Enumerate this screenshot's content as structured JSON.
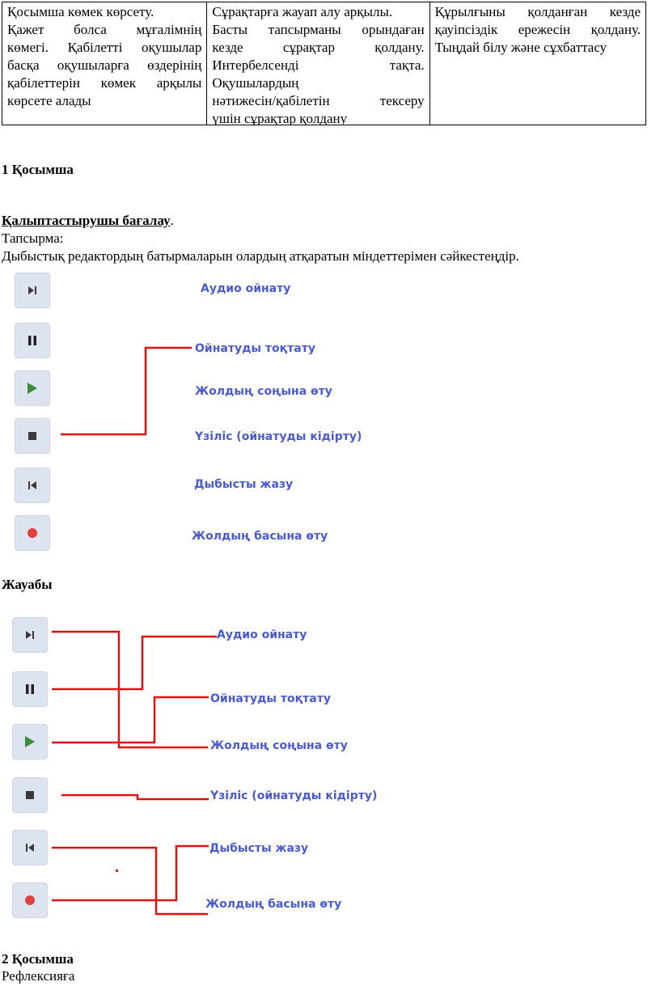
{
  "table": {
    "col1": [
      "Қосымша көмек көрсету.",
      "Қажет болса мұғалімнің",
      "көмегі. Қабілетті оқушылар",
      "басқа оқушыларға өздерінің",
      "қабілеттерін көмек арқылы",
      "көрсете алады"
    ],
    "col2": [
      "Сұрақтарға жауап алу арқылы.",
      "Басты тапсырманы орындаған",
      "кезде сұрақтар қолдану.",
      "Интербелсенді тақта.",
      "Оқушылардың",
      "нәтижесін/қабілетін тексеру",
      "үшін сұрақтар қолдану"
    ],
    "col3": [
      "Құрылғыны қолданған кезде",
      "қауіпсіздік ережесін қолдану.",
      "Тыңдай білу және сұхбаттасу"
    ]
  },
  "appendix1": {
    "heading": "1 Қосымша",
    "assessment": "Қалыптастырушы бағалау",
    "assessment_period": ".",
    "task_label": "Тапсырма:",
    "task_text": "Дыбыстық редактордың батырмаларын олардың атқаратын міндеттерімен сәйкестеңдір."
  },
  "icons": [
    "skip-to-end-icon",
    "pause-icon",
    "play-icon",
    "stop-icon",
    "skip-to-start-icon",
    "record-icon"
  ],
  "icon_colors": {
    "play": "#3d8a3d",
    "record": "#e04040",
    "default": "#3a3a3a",
    "line": "#e01010",
    "label": "#4a5bd0"
  },
  "task_labels": [
    "Аудио ойнату",
    "Ойнатуды тоқтату",
    "Жолдың соңына өту",
    "Үзіліс (ойнатуды кідірту)",
    "Дыбысты жазу",
    "Жолдың басына өту"
  ],
  "answer": {
    "heading": "Жауабы",
    "labels": [
      "Аудио ойнату",
      "Ойнатуды тоқтату",
      "Жолдың соңына өту",
      "Үзіліс (ойнатуды кідірту)",
      "Дыбысты жазу",
      "Жолдың басына өту"
    ]
  },
  "appendix2": {
    "heading": "2 Қосымша",
    "text": "Рефлексияға"
  }
}
